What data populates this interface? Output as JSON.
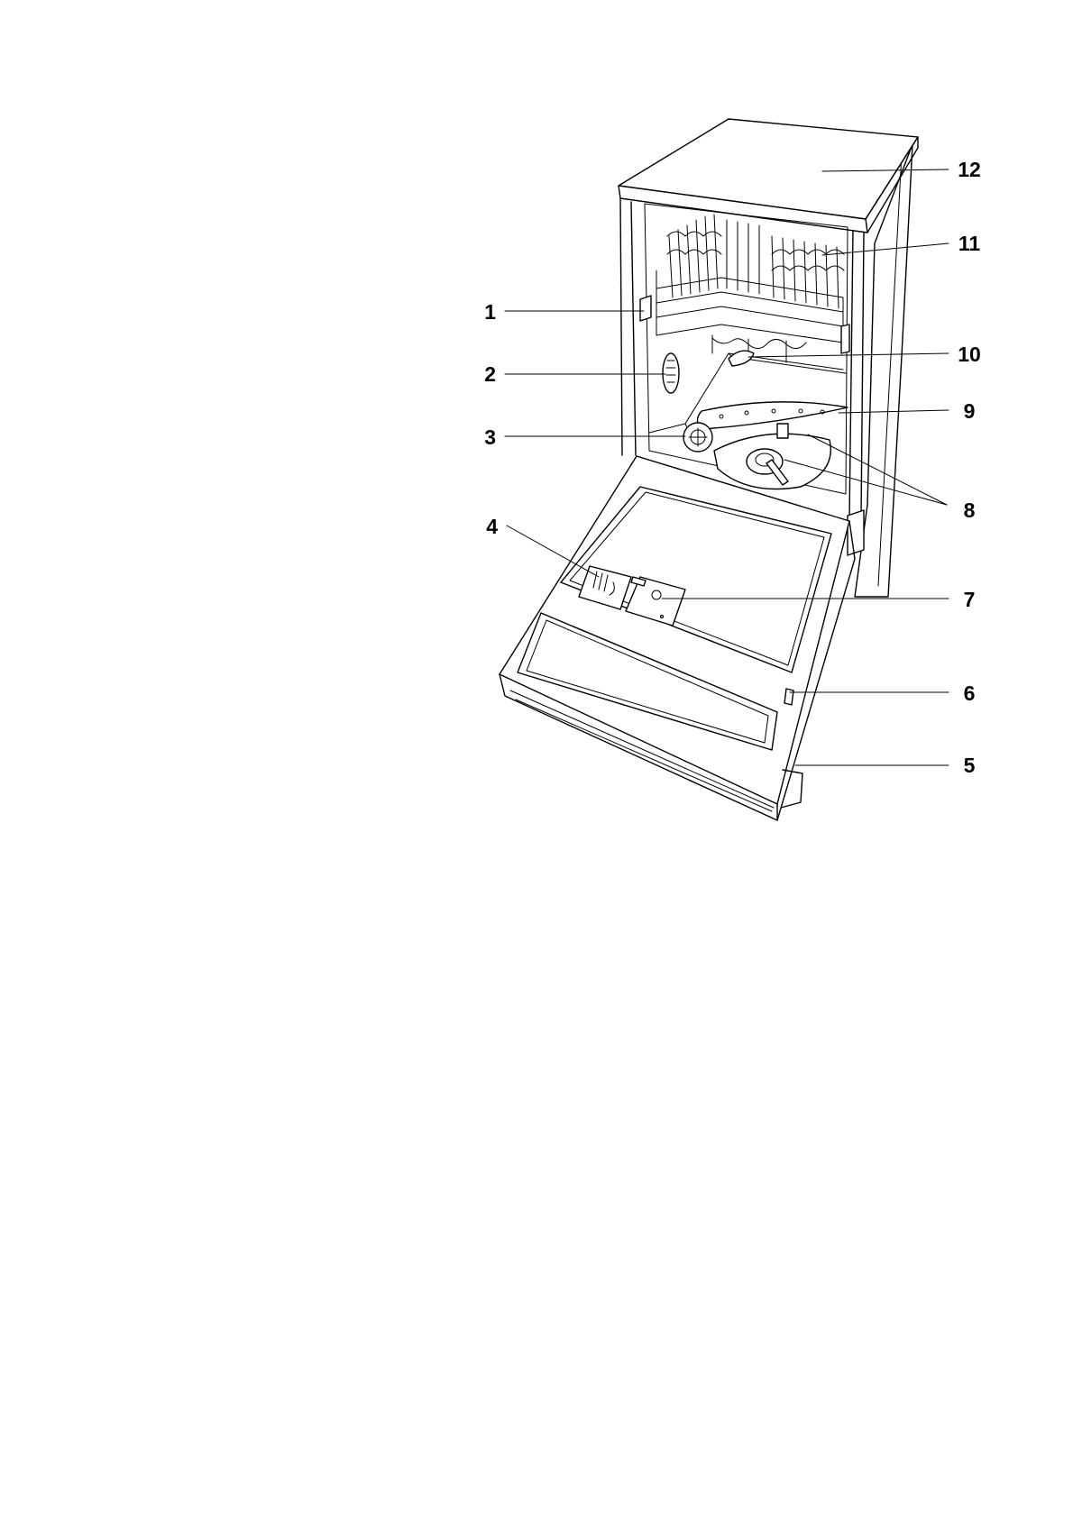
{
  "figure": {
    "callouts": [
      {
        "label": "1",
        "part_icon": "rack-handle-icon"
      },
      {
        "label": "2",
        "part_icon": "rating-plate-icon"
      },
      {
        "label": "3",
        "part_icon": "salt-container-icon"
      },
      {
        "label": "4",
        "part_icon": "detergent-dispenser-icon"
      },
      {
        "label": "5",
        "part_icon": "plinth-icon"
      },
      {
        "label": "6",
        "part_icon": "door-latch-icon"
      },
      {
        "label": "7",
        "part_icon": "rinse-aid-dispenser-icon"
      },
      {
        "label": "8",
        "part_icon": "filter-icon"
      },
      {
        "label": "9",
        "part_icon": "lower-spray-arm-icon"
      },
      {
        "label": "10",
        "part_icon": "upper-spray-arm-icon"
      },
      {
        "label": "11",
        "part_icon": "upper-basket-icon"
      },
      {
        "label": "12",
        "part_icon": "worktop-icon"
      }
    ]
  }
}
